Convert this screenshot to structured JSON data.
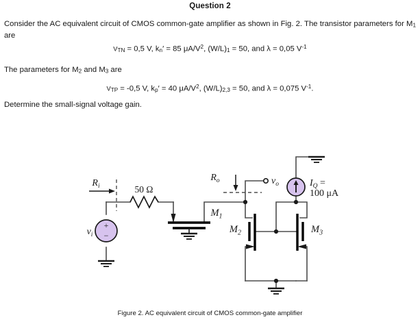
{
  "header": {
    "title": "Question 2"
  },
  "body": {
    "paragraph_1_a": "Consider the AC equivalent circuit of CMOS common-gate amplifier as shown in Fig. 2. The transistor parameters for M",
    "paragraph_1_sub": "1",
    "paragraph_1_b": " are",
    "equation_1": {
      "v_label": "V",
      "v_sub": "TN",
      "v_value": " = 0,5 V, k",
      "k_sub": "n",
      "k_prime": "′",
      "k_value": " = 85 μA/V",
      "k_sup": "2",
      "wl": ", (W/L)",
      "wl_sub": "1",
      "wl_value": " = 50, and λ = 0,05 V",
      "lambda_sup": "-1"
    },
    "paragraph_2_a": "The parameters for M",
    "paragraph_2_sub1": "2",
    "paragraph_2_b": " and M",
    "paragraph_2_sub2": "3",
    "paragraph_2_c": " are",
    "equation_2": {
      "v_label": "V",
      "v_sub": "TP",
      "v_value": " = -0,5 V, k",
      "k_sub": "p",
      "k_prime": "′",
      "k_value": " = 40 μA/V",
      "k_sup": "2",
      "wl": ", (W/L)",
      "wl_sub": "2,3",
      "wl_value": " = 50, and λ = 0,075 V",
      "lambda_sup": "-1",
      "period": "."
    },
    "paragraph_3": "Determine the small-signal voltage gain."
  },
  "figure": {
    "caption": "Figure 2. AC equivalent circuit of CMOS common-gate amplifier",
    "labels": {
      "r_in": "R",
      "r_in_sub": "i",
      "resistor_value": "50 Ω",
      "source_label": "v",
      "source_sub": "i",
      "source_plus": "+",
      "source_minus": "−",
      "m1": "M",
      "m1_sub": "1",
      "m2": "M",
      "m2_sub": "2",
      "m3": "M",
      "m3_sub": "3",
      "r_out": "R",
      "r_out_sub": "o",
      "v_out": "v",
      "v_out_sub": "o",
      "iq": "I",
      "iq_sub": "Q",
      "iq_eq": " =",
      "iq_value": "100 μA"
    },
    "colors": {
      "source_fill": "#d7c3ee",
      "wire": "#4d4d4d",
      "device": "#000000",
      "dashed": "#555555"
    }
  }
}
